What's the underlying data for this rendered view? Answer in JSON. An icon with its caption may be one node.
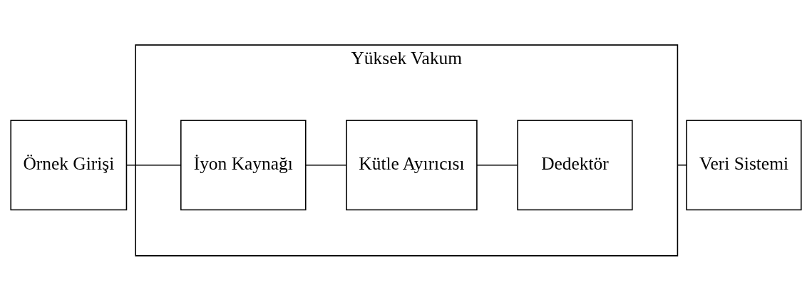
{
  "diagram": {
    "nodes": [
      {
        "text": [
          "Örnek Girişi"
        ]
      },
      {
        "text": [
          "Yüksek Vakum"
        ]
      },
      {
        "text": [
          "İyon Kaynağı"
        ],
        "in": 1
      },
      {
        "text": [
          "Kütle Ayırıcısı"
        ],
        "in": 1
      },
      {
        "text": [
          "Dedektör"
        ],
        "in": 1
      },
      {
        "text": [
          "Veri Sistemi"
        ]
      }
    ],
    "edges": [
      {
        "from": 0,
        "to": 2,
        "arrow": "none"
      },
      {
        "from": 2,
        "to": 3,
        "arrow": "none"
      },
      {
        "from": 3,
        "to": 4,
        "arrow": "none"
      },
      {
        "from": 1,
        "to": 5,
        "arrow": "none"
      }
    ]
  }
}
